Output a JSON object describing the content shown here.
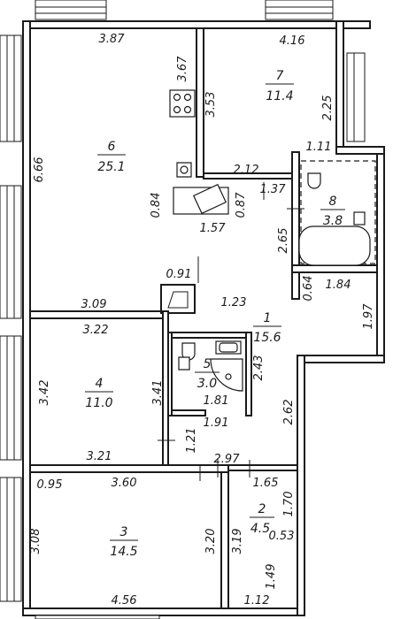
{
  "rooms": [
    {
      "id": "room-6",
      "number": "6",
      "area": "25.1"
    },
    {
      "id": "room-7",
      "number": "7",
      "area": "11.4"
    },
    {
      "id": "room-8",
      "number": "8",
      "area": "3.8"
    },
    {
      "id": "room-1",
      "number": "1",
      "area": "15.6"
    },
    {
      "id": "room-5",
      "number": "5",
      "area": "3.0"
    },
    {
      "id": "room-4",
      "number": "4",
      "area": "11.0"
    },
    {
      "id": "room-3",
      "number": "3",
      "area": "14.5"
    },
    {
      "id": "room-2",
      "number": "2",
      "area": "4.5"
    }
  ],
  "dimensions": [
    "3.87",
    "4.16",
    "3.67",
    "3.53",
    "2.25",
    "6.66",
    "1.11",
    "2.12",
    "1.37",
    "0.84",
    "0.87",
    "1.57",
    "2.65",
    "0.91",
    "0.64",
    "1.84",
    "3.09",
    "1.23",
    "1.97",
    "3.22",
    "2.43",
    "3.42",
    "3.41",
    "1.81",
    "1.91",
    "2.62",
    "1.21",
    "3.21",
    "2.97",
    "0.95",
    "3.60",
    "1.65",
    "1.70",
    "3.08",
    "3.20",
    "3.19",
    "0.53",
    "1.49",
    "4.56",
    "1.12"
  ]
}
